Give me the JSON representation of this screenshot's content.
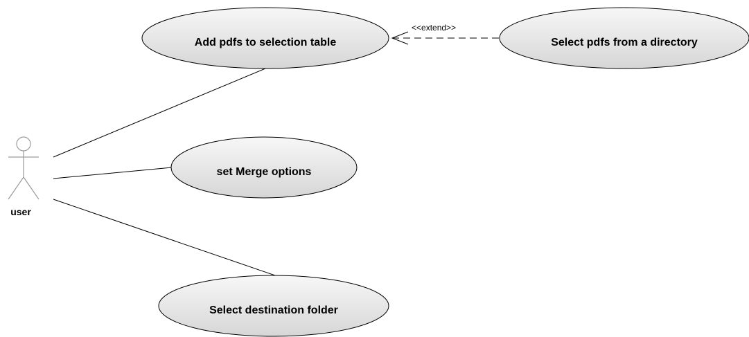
{
  "diagram": {
    "actor": {
      "name": "user"
    },
    "use_cases": {
      "add_pdfs": "Add pdfs to selection table",
      "select_pdfs": "Select pdfs from a directory",
      "merge_options": "set Merge options",
      "destination": "Select destination folder"
    },
    "relations": {
      "extend_label": "<<extend>>"
    }
  },
  "colors": {
    "usecase_fill_top": "#f7f7f7",
    "usecase_fill_bottom": "#d6d6d6",
    "stroke": "#000000",
    "actor_stroke": "#9a9a9a"
  }
}
